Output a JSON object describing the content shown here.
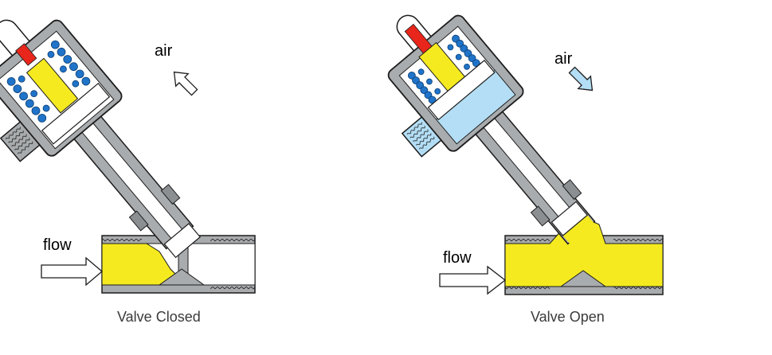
{
  "diagrams": [
    {
      "caption": "Valve Closed",
      "air_label": "air",
      "flow_label": "flow",
      "state": "closed",
      "air_direction": "out"
    },
    {
      "caption": "Valve Open",
      "air_label": "air",
      "flow_label": "flow",
      "state": "open",
      "air_direction": "in"
    }
  ],
  "colors": {
    "body_gray": "#a9acae",
    "body_dark": "#8c8f92",
    "outline": "#1c1c1c",
    "media_yellow": "#f5ea1f",
    "spring_blue": "#1f73c9",
    "air_blue": "#b3def5",
    "indicator_red": "#e8261b",
    "cavity_white": "#ffffff"
  }
}
